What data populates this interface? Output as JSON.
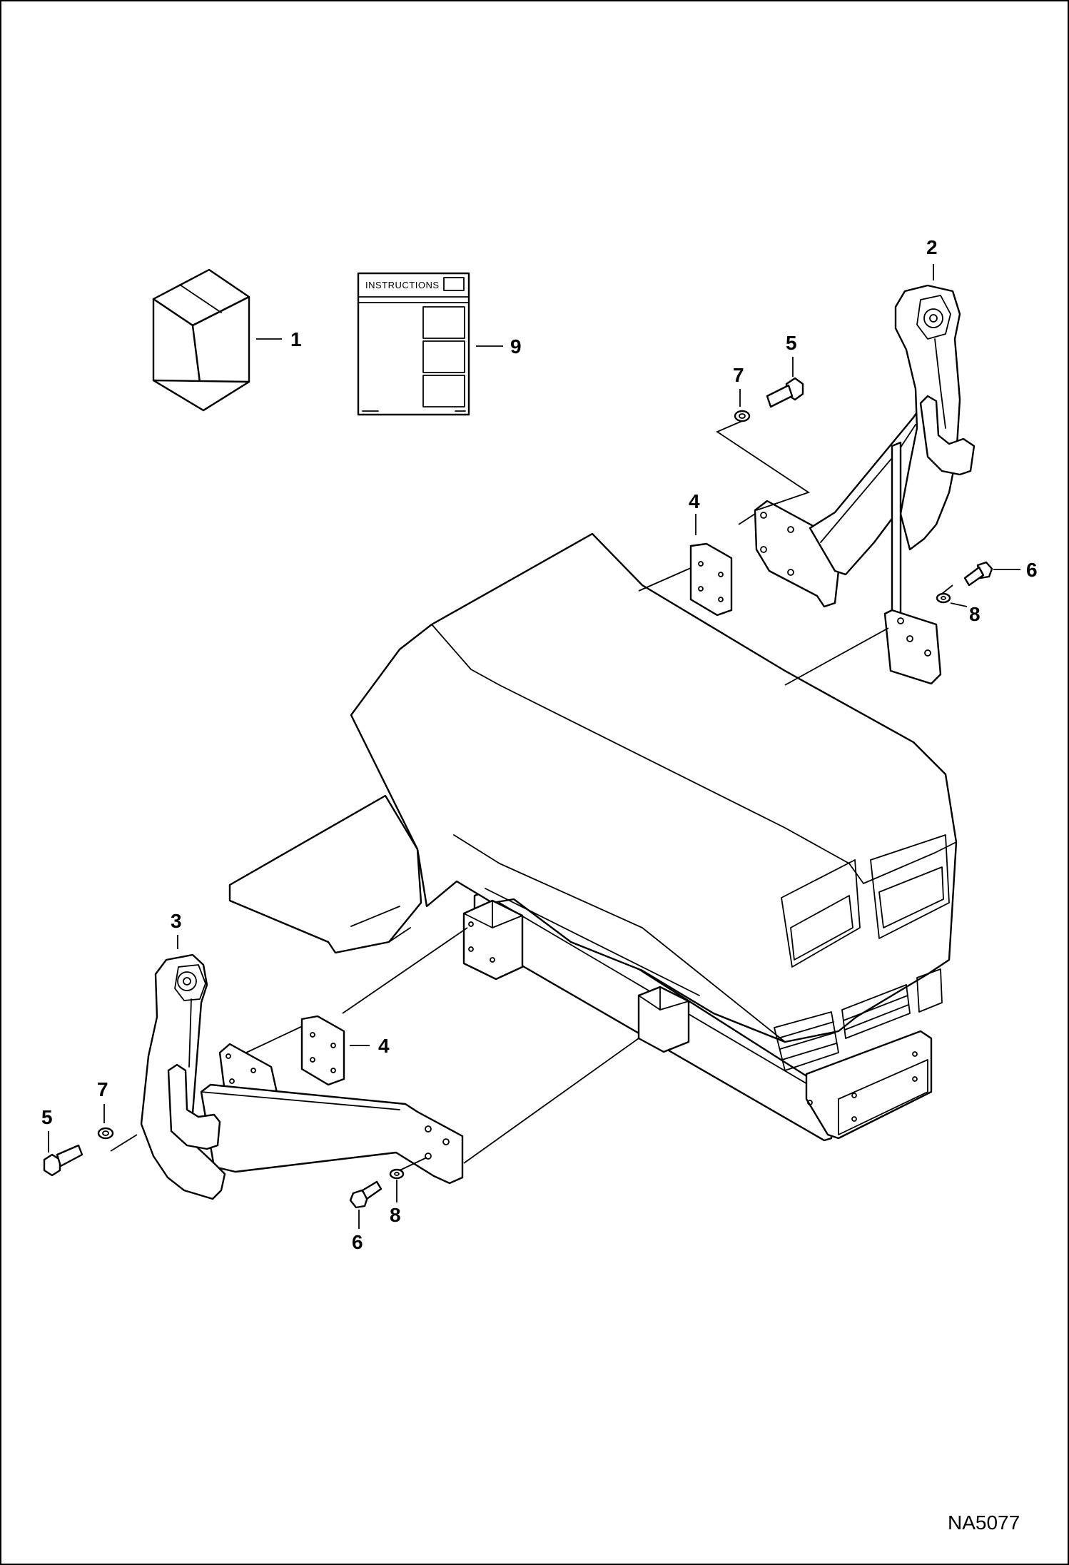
{
  "callouts": {
    "c1": "1",
    "c2": "2",
    "c3": "3",
    "c4a": "4",
    "c4b": "4",
    "c5a": "5",
    "c5b": "5",
    "c6a": "6",
    "c6b": "6",
    "c7a": "7",
    "c7b": "7",
    "c8a": "8",
    "c8b": "8",
    "c9": "9"
  },
  "instruction_sheet_title": "INSTRUCTIONS",
  "document_id": "NA5077"
}
